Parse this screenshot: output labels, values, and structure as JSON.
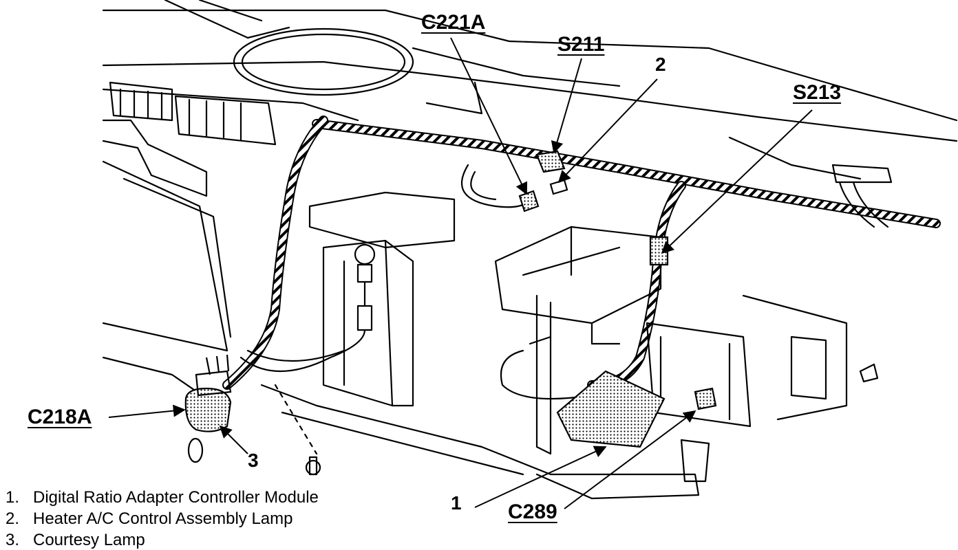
{
  "callouts": {
    "c221a": "C221A",
    "s211": "S211",
    "s213": "S213",
    "c218a": "C218A",
    "c289": "C289",
    "n1": "1",
    "n2": "2",
    "n3": "3"
  },
  "legend": [
    {
      "num": "1.",
      "text": "Digital Ratio Adapter Controller Module"
    },
    {
      "num": "2.",
      "text": "Heater A/C Control Assembly Lamp"
    },
    {
      "num": "3.",
      "text": "Courtesy Lamp"
    }
  ],
  "colors": {
    "ink": "#000000",
    "paper": "#ffffff",
    "stipple": "#9a9a9a"
  }
}
